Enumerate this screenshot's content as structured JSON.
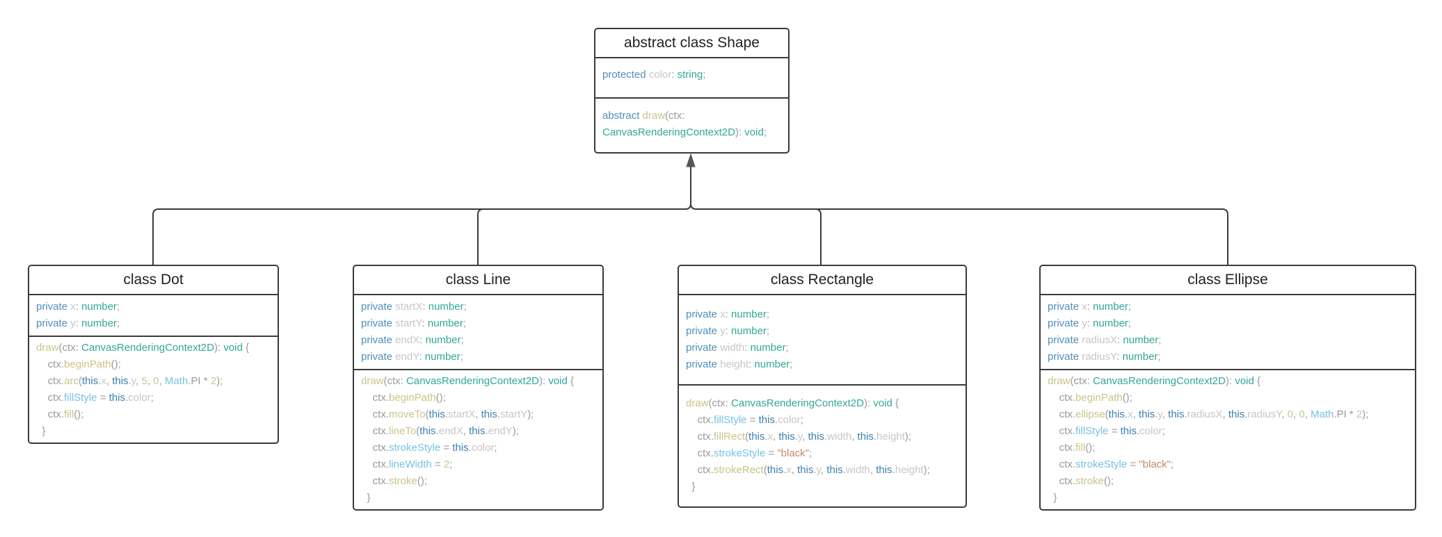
{
  "colors": {
    "border": "#3a3a3a",
    "keyword": "#4f8fb8",
    "type": "#2fa79a",
    "property": "#c6c6c6",
    "function": "#c9c48a",
    "number": "#b9cf94",
    "string": "#c48a6a",
    "this": "#3c7fb0",
    "member": "#76c2e0",
    "punctuation": "#9a9a9a"
  },
  "classes": [
    {
      "title": "abstract class Shape",
      "fields": [
        [
          [
            "kw",
            "protected "
          ],
          [
            "prop",
            "color"
          ],
          [
            "punc",
            ": "
          ],
          [
            "type",
            "string"
          ],
          [
            "punc",
            ";"
          ]
        ]
      ],
      "methods": [
        [
          [
            "kw",
            "abstract "
          ],
          [
            "fn",
            "draw"
          ],
          [
            "punc",
            "(ctx:"
          ]
        ],
        [
          [
            "type",
            "CanvasRenderingContext2D"
          ],
          [
            "punc",
            "): "
          ],
          [
            "type",
            "void"
          ],
          [
            "punc",
            ";"
          ]
        ]
      ]
    },
    {
      "title": "class Dot",
      "fields": [
        [
          [
            "kw",
            "private "
          ],
          [
            "prop",
            "x"
          ],
          [
            "punc",
            ": "
          ],
          [
            "type",
            "number"
          ],
          [
            "punc",
            ";"
          ]
        ],
        [
          [
            "kw",
            "private "
          ],
          [
            "prop",
            "y"
          ],
          [
            "punc",
            ": "
          ],
          [
            "type",
            "number"
          ],
          [
            "punc",
            ";"
          ]
        ]
      ],
      "methods": [
        [
          [
            "fn",
            "draw"
          ],
          [
            "punc",
            "(ctx: "
          ],
          [
            "type",
            "CanvasRenderingContext2D"
          ],
          [
            "punc",
            "): "
          ],
          [
            "type",
            "void"
          ],
          [
            "punc",
            " {"
          ]
        ],
        [
          [
            "punc",
            "    ctx."
          ],
          [
            "fn",
            "beginPath"
          ],
          [
            "punc",
            "();"
          ]
        ],
        [
          [
            "punc",
            "    ctx."
          ],
          [
            "fn",
            "arc"
          ],
          [
            "punc",
            "("
          ],
          [
            "this",
            "this"
          ],
          [
            "punc",
            "."
          ],
          [
            "prop",
            "x"
          ],
          [
            "punc",
            ", "
          ],
          [
            "this",
            "this"
          ],
          [
            "punc",
            "."
          ],
          [
            "prop",
            "y"
          ],
          [
            "punc",
            ", "
          ],
          [
            "num",
            "5"
          ],
          [
            "punc",
            ", "
          ],
          [
            "num",
            "0"
          ],
          [
            "punc",
            ", "
          ],
          [
            "member",
            "Math"
          ],
          [
            "punc",
            ".PI * "
          ],
          [
            "num",
            "2"
          ],
          [
            "punc",
            ");"
          ]
        ],
        [
          [
            "punc",
            "    ctx."
          ],
          [
            "member",
            "fillStyle"
          ],
          [
            "punc",
            " = "
          ],
          [
            "this",
            "this"
          ],
          [
            "punc",
            "."
          ],
          [
            "prop",
            "color"
          ],
          [
            "punc",
            ";"
          ]
        ],
        [
          [
            "punc",
            "    ctx."
          ],
          [
            "fn",
            "fill"
          ],
          [
            "punc",
            "();"
          ]
        ],
        [
          [
            "punc",
            "  }"
          ]
        ]
      ]
    },
    {
      "title": "class Line",
      "fields": [
        [
          [
            "kw",
            "private "
          ],
          [
            "prop",
            "startX"
          ],
          [
            "punc",
            ": "
          ],
          [
            "type",
            "number"
          ],
          [
            "punc",
            ";"
          ]
        ],
        [
          [
            "kw",
            "private "
          ],
          [
            "prop",
            "startY"
          ],
          [
            "punc",
            ": "
          ],
          [
            "type",
            "number"
          ],
          [
            "punc",
            ";"
          ]
        ],
        [
          [
            "kw",
            "private "
          ],
          [
            "prop",
            "endX"
          ],
          [
            "punc",
            ": "
          ],
          [
            "type",
            "number"
          ],
          [
            "punc",
            ";"
          ]
        ],
        [
          [
            "kw",
            "private "
          ],
          [
            "prop",
            "endY"
          ],
          [
            "punc",
            ": "
          ],
          [
            "type",
            "number"
          ],
          [
            "punc",
            ";"
          ]
        ]
      ],
      "methods": [
        [
          [
            "fn",
            "draw"
          ],
          [
            "punc",
            "(ctx: "
          ],
          [
            "type",
            "CanvasRenderingContext2D"
          ],
          [
            "punc",
            "): "
          ],
          [
            "type",
            "void"
          ],
          [
            "punc",
            " {"
          ]
        ],
        [
          [
            "punc",
            "    ctx."
          ],
          [
            "fn",
            "beginPath"
          ],
          [
            "punc",
            "();"
          ]
        ],
        [
          [
            "punc",
            "    ctx."
          ],
          [
            "fn",
            "moveTo"
          ],
          [
            "punc",
            "("
          ],
          [
            "this",
            "this"
          ],
          [
            "punc",
            "."
          ],
          [
            "prop",
            "startX"
          ],
          [
            "punc",
            ", "
          ],
          [
            "this",
            "this"
          ],
          [
            "punc",
            "."
          ],
          [
            "prop",
            "startY"
          ],
          [
            "punc",
            ");"
          ]
        ],
        [
          [
            "punc",
            "    ctx."
          ],
          [
            "fn",
            "lineTo"
          ],
          [
            "punc",
            "("
          ],
          [
            "this",
            "this"
          ],
          [
            "punc",
            "."
          ],
          [
            "prop",
            "endX"
          ],
          [
            "punc",
            ", "
          ],
          [
            "this",
            "this"
          ],
          [
            "punc",
            "."
          ],
          [
            "prop",
            "endY"
          ],
          [
            "punc",
            ");"
          ]
        ],
        [
          [
            "punc",
            "    ctx."
          ],
          [
            "member",
            "strokeStyle"
          ],
          [
            "punc",
            " = "
          ],
          [
            "this",
            "this"
          ],
          [
            "punc",
            "."
          ],
          [
            "prop",
            "color"
          ],
          [
            "punc",
            ";"
          ]
        ],
        [
          [
            "punc",
            "    ctx."
          ],
          [
            "member",
            "lineWidth"
          ],
          [
            "punc",
            " = "
          ],
          [
            "num",
            "2"
          ],
          [
            "punc",
            ";"
          ]
        ],
        [
          [
            "punc",
            "    ctx."
          ],
          [
            "fn",
            "stroke"
          ],
          [
            "punc",
            "();"
          ]
        ],
        [
          [
            "punc",
            "  }"
          ]
        ]
      ]
    },
    {
      "title": "class Rectangle",
      "fields": [
        [
          [
            "kw",
            "private "
          ],
          [
            "prop",
            "x"
          ],
          [
            "punc",
            ": "
          ],
          [
            "type",
            "number"
          ],
          [
            "punc",
            ";"
          ]
        ],
        [
          [
            "kw",
            "private "
          ],
          [
            "prop",
            "y"
          ],
          [
            "punc",
            ": "
          ],
          [
            "type",
            "number"
          ],
          [
            "punc",
            ";"
          ]
        ],
        [
          [
            "kw",
            "private "
          ],
          [
            "prop",
            "width"
          ],
          [
            "punc",
            ": "
          ],
          [
            "type",
            "number"
          ],
          [
            "punc",
            ";"
          ]
        ],
        [
          [
            "kw",
            "private "
          ],
          [
            "prop",
            "height"
          ],
          [
            "punc",
            ": "
          ],
          [
            "type",
            "number"
          ],
          [
            "punc",
            ";"
          ]
        ]
      ],
      "methods": [
        [
          [
            "fn",
            "draw"
          ],
          [
            "punc",
            "(ctx: "
          ],
          [
            "type",
            "CanvasRenderingContext2D"
          ],
          [
            "punc",
            "): "
          ],
          [
            "type",
            "void"
          ],
          [
            "punc",
            " {"
          ]
        ],
        [
          [
            "punc",
            "    ctx."
          ],
          [
            "member",
            "fillStyle"
          ],
          [
            "punc",
            " = "
          ],
          [
            "this",
            "this"
          ],
          [
            "punc",
            "."
          ],
          [
            "prop",
            "color"
          ],
          [
            "punc",
            ";"
          ]
        ],
        [
          [
            "punc",
            "    ctx."
          ],
          [
            "fn",
            "fillRect"
          ],
          [
            "punc",
            "("
          ],
          [
            "this",
            "this"
          ],
          [
            "punc",
            "."
          ],
          [
            "prop",
            "x"
          ],
          [
            "punc",
            ", "
          ],
          [
            "this",
            "this"
          ],
          [
            "punc",
            "."
          ],
          [
            "prop",
            "y"
          ],
          [
            "punc",
            ", "
          ],
          [
            "this",
            "this"
          ],
          [
            "punc",
            "."
          ],
          [
            "prop",
            "width"
          ],
          [
            "punc",
            ", "
          ],
          [
            "this",
            "this"
          ],
          [
            "punc",
            "."
          ],
          [
            "prop",
            "height"
          ],
          [
            "punc",
            ");"
          ]
        ],
        [
          [
            "punc",
            "    ctx."
          ],
          [
            "member",
            "strokeStyle"
          ],
          [
            "punc",
            " = "
          ],
          [
            "str",
            "\"black\""
          ],
          [
            "punc",
            ";"
          ]
        ],
        [
          [
            "punc",
            "    ctx."
          ],
          [
            "fn",
            "strokeRect"
          ],
          [
            "punc",
            "("
          ],
          [
            "this",
            "this"
          ],
          [
            "punc",
            "."
          ],
          [
            "prop",
            "x"
          ],
          [
            "punc",
            ", "
          ],
          [
            "this",
            "this"
          ],
          [
            "punc",
            "."
          ],
          [
            "prop",
            "y"
          ],
          [
            "punc",
            ", "
          ],
          [
            "this",
            "this"
          ],
          [
            "punc",
            "."
          ],
          [
            "prop",
            "width"
          ],
          [
            "punc",
            ", "
          ],
          [
            "this",
            "this"
          ],
          [
            "punc",
            "."
          ],
          [
            "prop",
            "height"
          ],
          [
            "punc",
            ");"
          ]
        ],
        [
          [
            "punc",
            "  }"
          ]
        ]
      ]
    },
    {
      "title": "class Ellipse",
      "fields": [
        [
          [
            "kw",
            "private "
          ],
          [
            "prop",
            "x"
          ],
          [
            "punc",
            ": "
          ],
          [
            "type",
            "number"
          ],
          [
            "punc",
            ";"
          ]
        ],
        [
          [
            "kw",
            "private "
          ],
          [
            "prop",
            "y"
          ],
          [
            "punc",
            ": "
          ],
          [
            "type",
            "number"
          ],
          [
            "punc",
            ";"
          ]
        ],
        [
          [
            "kw",
            "private "
          ],
          [
            "prop",
            "radiusX"
          ],
          [
            "punc",
            ": "
          ],
          [
            "type",
            "number"
          ],
          [
            "punc",
            ";"
          ]
        ],
        [
          [
            "kw",
            "private "
          ],
          [
            "prop",
            "radiusY"
          ],
          [
            "punc",
            ": "
          ],
          [
            "type",
            "number"
          ],
          [
            "punc",
            ";"
          ]
        ]
      ],
      "methods": [
        [
          [
            "fn",
            "draw"
          ],
          [
            "punc",
            "(ctx: "
          ],
          [
            "type",
            "CanvasRenderingContext2D"
          ],
          [
            "punc",
            "): "
          ],
          [
            "type",
            "void"
          ],
          [
            "punc",
            " {"
          ]
        ],
        [
          [
            "punc",
            "    ctx."
          ],
          [
            "fn",
            "beginPath"
          ],
          [
            "punc",
            "();"
          ]
        ],
        [
          [
            "punc",
            "    ctx."
          ],
          [
            "fn",
            "ellipse"
          ],
          [
            "punc",
            "("
          ],
          [
            "this",
            "this"
          ],
          [
            "punc",
            "."
          ],
          [
            "prop",
            "x"
          ],
          [
            "punc",
            ", "
          ],
          [
            "this",
            "this"
          ],
          [
            "punc",
            "."
          ],
          [
            "prop",
            "y"
          ],
          [
            "punc",
            ", "
          ],
          [
            "this",
            "this"
          ],
          [
            "punc",
            "."
          ],
          [
            "prop",
            "radiusX"
          ],
          [
            "punc",
            ", "
          ],
          [
            "this",
            "this"
          ],
          [
            "punc",
            "."
          ],
          [
            "prop",
            "radiusY"
          ],
          [
            "punc",
            ", "
          ],
          [
            "num",
            "0"
          ],
          [
            "punc",
            ", "
          ],
          [
            "num",
            "0"
          ],
          [
            "punc",
            ", "
          ],
          [
            "member",
            "Math"
          ],
          [
            "punc",
            ".PI * "
          ],
          [
            "num",
            "2"
          ],
          [
            "punc",
            ");"
          ]
        ],
        [
          [
            "punc",
            "    ctx."
          ],
          [
            "member",
            "fillStyle"
          ],
          [
            "punc",
            " = "
          ],
          [
            "this",
            "this"
          ],
          [
            "punc",
            "."
          ],
          [
            "prop",
            "color"
          ],
          [
            "punc",
            ";"
          ]
        ],
        [
          [
            "punc",
            "    ctx."
          ],
          [
            "fn",
            "fill"
          ],
          [
            "punc",
            "();"
          ]
        ],
        [
          [
            "punc",
            "    ctx."
          ],
          [
            "member",
            "strokeStyle"
          ],
          [
            "punc",
            " = "
          ],
          [
            "str",
            "\"black\""
          ],
          [
            "punc",
            ";"
          ]
        ],
        [
          [
            "punc",
            "    ctx."
          ],
          [
            "fn",
            "stroke"
          ],
          [
            "punc",
            "();"
          ]
        ],
        [
          [
            "punc",
            "  }"
          ]
        ]
      ]
    }
  ]
}
